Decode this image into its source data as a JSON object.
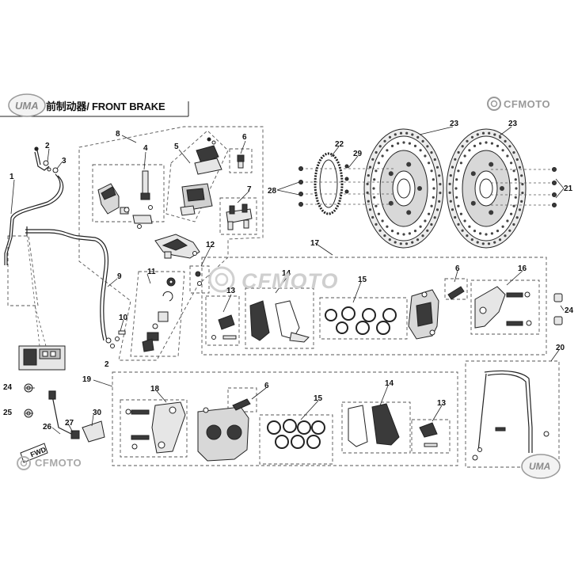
{
  "header": {
    "logo_text": "UMA",
    "title": "前制动器/ FRONT BRAKE"
  },
  "brand": {
    "right": "CFMOTO",
    "middle": "CFMOTO",
    "bottom_left": "CFMOTO",
    "bottom_right_logo": "UMA"
  },
  "fwd_label": "FWD",
  "callouts": {
    "c1": "1",
    "c2a": "2",
    "c2b": "2",
    "c3": "3",
    "c4": "4",
    "c5": "5",
    "c6a": "6",
    "c6b": "6",
    "c6c": "6",
    "c7": "7",
    "c8": "8",
    "c9": "9",
    "c10": "10",
    "c11": "11",
    "c12": "12",
    "c13a": "13",
    "c13b": "13",
    "c14a": "14",
    "c14b": "14",
    "c15a": "15",
    "c15b": "15",
    "c16": "16",
    "c17": "17",
    "c18": "18",
    "c19": "19",
    "c20": "20",
    "c21": "21",
    "c22": "22",
    "c23a": "23",
    "c23b": "23",
    "c24a": "24",
    "c24b": "24",
    "c25": "25",
    "c26": "26",
    "c27": "27",
    "c28": "28",
    "c29": "29",
    "c30": "30"
  },
  "colors": {
    "line": "#222222",
    "dash": "#555555",
    "watermark": "#c8c8c8",
    "part_fill": "#e6e6e6",
    "part_dark": "#3a3a3a"
  }
}
